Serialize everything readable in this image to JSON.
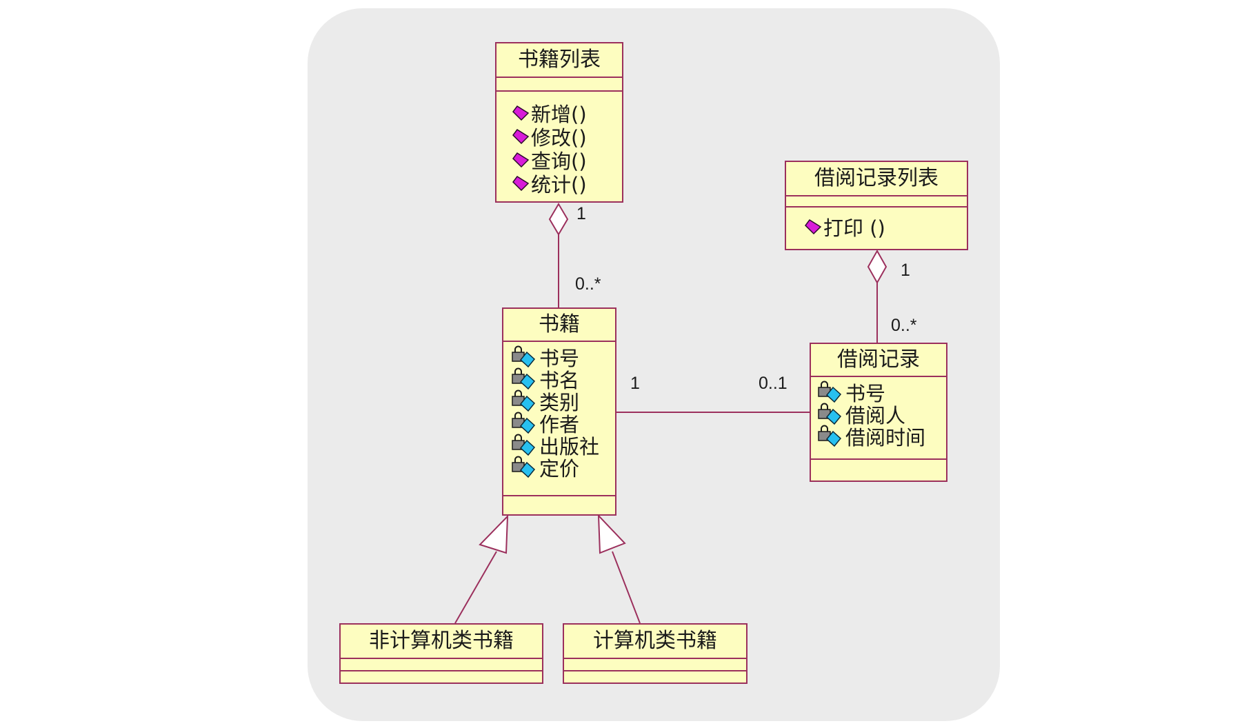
{
  "classes": {
    "book_list": {
      "name": "书籍列表",
      "operations": [
        "新增()",
        "修改()",
        "查询()",
        "统计()"
      ]
    },
    "borrow_list": {
      "name": "借阅记录列表",
      "operations": [
        "打印 ()"
      ]
    },
    "book": {
      "name": "书籍",
      "attributes": [
        "书号",
        "书名",
        "类别",
        "作者",
        "出版社",
        "定价"
      ]
    },
    "borrow_record": {
      "name": "借阅记录",
      "attributes": [
        "书号",
        "借阅人",
        "借阅时间"
      ]
    },
    "non_computer_book": {
      "name": "非计算机类书籍"
    },
    "computer_book": {
      "name": "计算机类书籍"
    }
  },
  "multiplicities": {
    "book_list_end": "1",
    "book_list_book_end": "0..*",
    "borrow_list_end": "1",
    "borrow_list_record_end": "0..*",
    "book_assoc_end": "1",
    "record_assoc_end": "0..1"
  },
  "colors": {
    "class_fill": "#fdfdc0",
    "class_border": "#9b2f5c",
    "operation_icon": "#d81bd8",
    "attribute_icon": "#27c0f0",
    "background_panel": "#ebebeb"
  },
  "icons": {
    "operation": "public-operation-icon",
    "attribute": "private-attribute-icon"
  }
}
